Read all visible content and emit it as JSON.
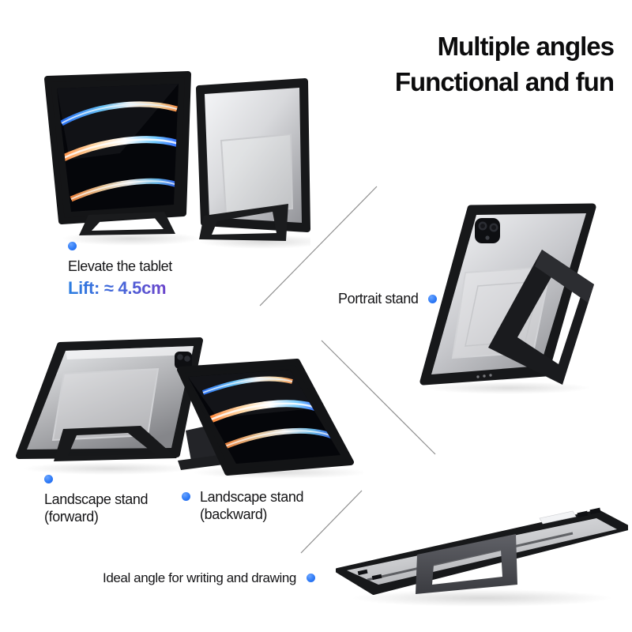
{
  "title": {
    "line1": "Multiple angles",
    "line2": "Functional and fun"
  },
  "annotations": {
    "elevate": {
      "label": "Elevate the tablet",
      "lift": "Lift: ≈ 4.5cm"
    },
    "portrait": {
      "label": "Portrait stand"
    },
    "landscape_forward": {
      "line1": "Landscape stand",
      "line2": "(forward)"
    },
    "landscape_backward": {
      "line1": "Landscape stand",
      "line2": "(backward)"
    },
    "writing": {
      "label": "Ideal angle for writing and drawing"
    }
  },
  "colors": {
    "background": "#ffffff",
    "title_text": "#0c0c0d",
    "label_text": "#151517",
    "accent_dot_blue": "#2f7bf6",
    "lift_gradient_start": "#2b7de1",
    "lift_gradient_end": "#7040c9",
    "divider_line": "#8e8e8e",
    "case_black": "#17181a",
    "back_panel_silver": "#d8d9dc",
    "kickstand_gray": "#4b4c52",
    "screen_black": "#05060a"
  },
  "icons": {
    "bullet_dot": "filled-blue-circle"
  }
}
